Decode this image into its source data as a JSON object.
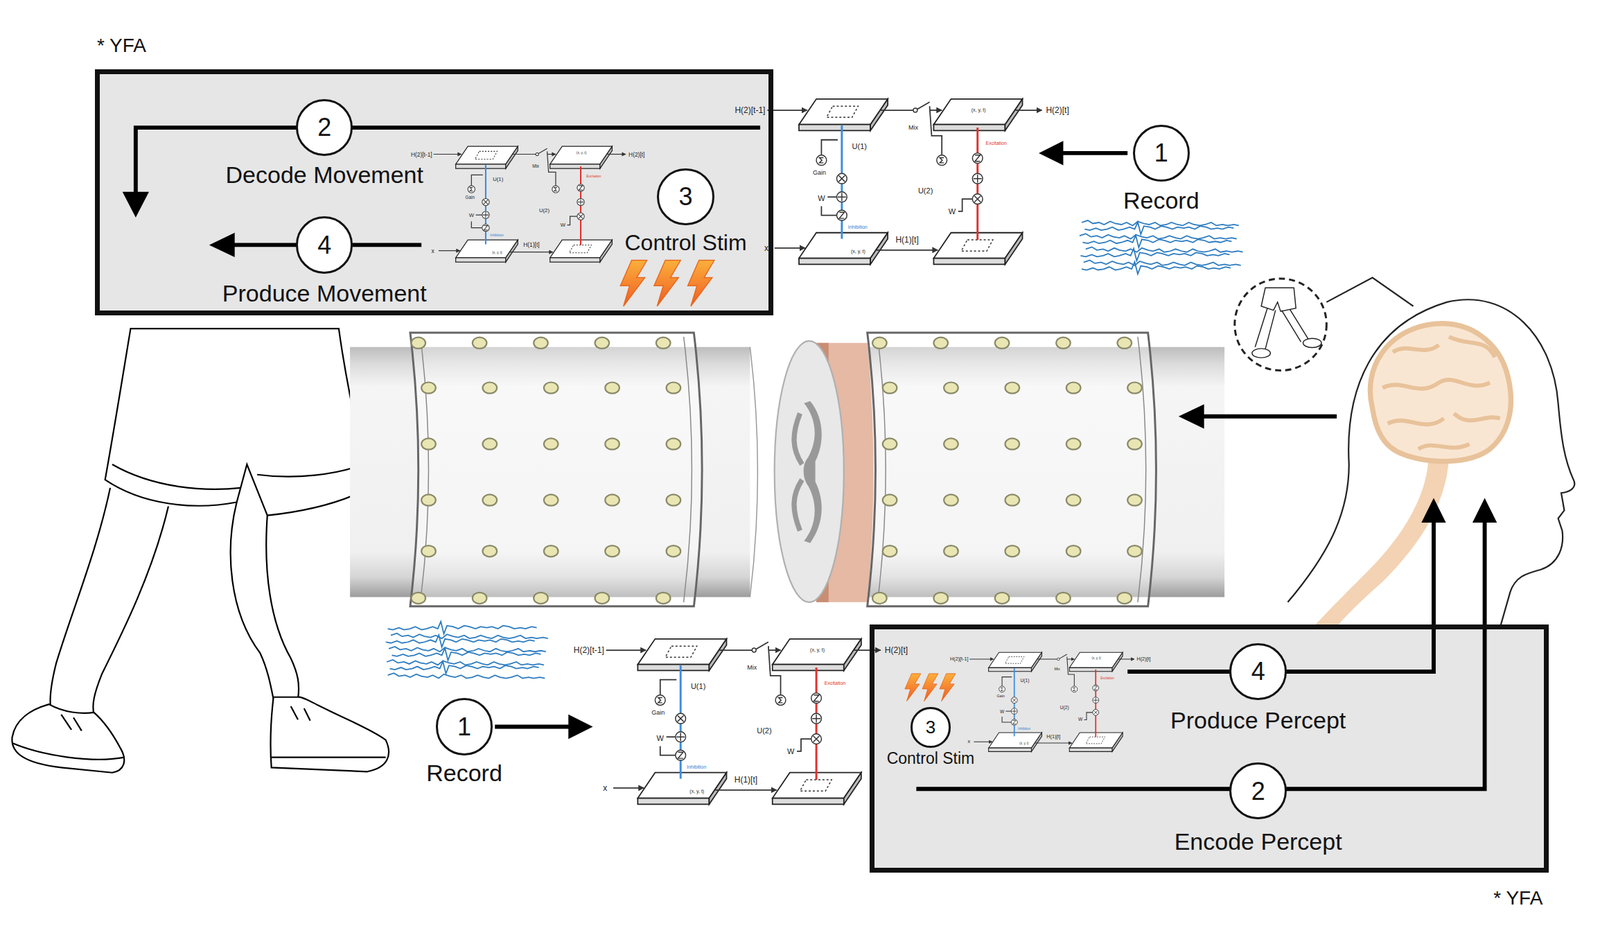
{
  "diagram": {
    "nodes": [
      {
        "text": [
          "* YFA"
        ]
      },
      {
        "text": [
          "2",
          "Decode Movement"
        ],
        "in": 0
      },
      {
        "text": [
          "3",
          "Control Stim"
        ],
        "in": 0
      },
      {
        "text": [
          "4",
          "Produce Movement"
        ],
        "in": 0
      },
      {
        "text": [
          "1",
          "Record"
        ]
      },
      {
        "text": [
          "1",
          "Record"
        ]
      },
      {
        "text": [
          "* YFA"
        ]
      },
      {
        "text": [
          "3",
          "Control Stim"
        ],
        "in": 6
      },
      {
        "text": [
          "4",
          "Produce Percept"
        ],
        "in": 6
      },
      {
        "text": [
          "2",
          "Encode Percept"
        ],
        "in": 6
      }
    ],
    "labels": [
      "H(2)[t-1]",
      "H(2)[t]",
      "U(1)",
      "Gain",
      "W",
      "Inhibition",
      "(x, y, t)",
      "x",
      "H(1)[t]",
      "Mix",
      "U(2)",
      "W",
      "Excitation",
      "(x, y, t)",
      "H(2)[t-1]",
      "H(2)[t]",
      "U(1)",
      "Gain",
      "W",
      "Inhibition",
      "(x, y, t)",
      "x",
      "H(1)[t]",
      "Mix",
      "U(2)",
      "W",
      "Excitation",
      "(x, y, t)",
      "H(2)[t-1]",
      "H(2)[t]",
      "U(1)",
      "Gain",
      "W",
      "Inhibition",
      "(x, y, t)",
      "x",
      "H(1)[t]",
      "Mix",
      "U(2)",
      "W",
      "Excitation",
      "(x, y, t)",
      "H(2)[t-1]",
      "H(2)[t]",
      "U(1)",
      "Gain",
      "W",
      "Inhibition",
      "(x, y, t)",
      "x",
      "H(1)[t]",
      "Mix",
      "U(2)",
      "W",
      "Excitation",
      "(x, y, t)"
    ]
  }
}
